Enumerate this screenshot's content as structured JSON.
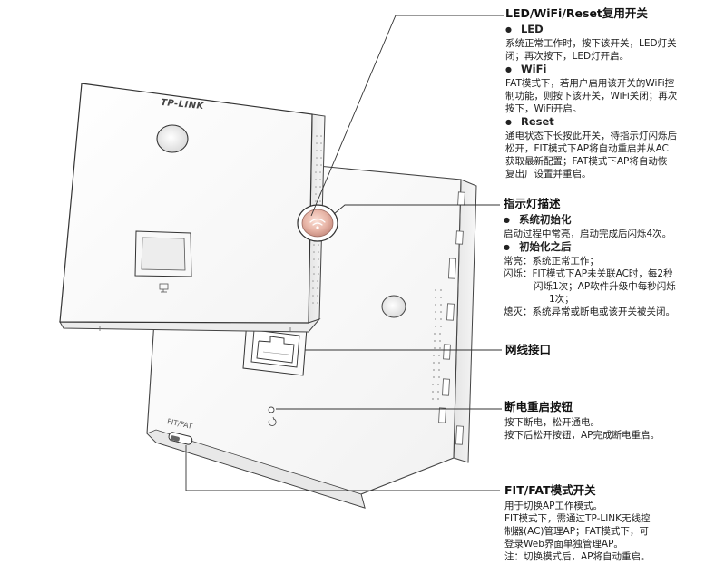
{
  "device": {
    "logo": "TP-LINK",
    "port_label": "FIT/FAT"
  },
  "callouts": {
    "led_switch": {
      "title": "LED/WiFi/Reset复用开关",
      "led_heading": "LED",
      "led_text": [
        "系统正常工作时，按下该开关，LED灯关",
        "闭；再次按下，LED灯开启。"
      ],
      "wifi_heading": "WiFi",
      "wifi_text": [
        "FAT模式下，若用户启用该开关的WiFi控",
        "制功能，则按下该开关，WiFi关闭；再次",
        "按下，WiFi开启。"
      ],
      "reset_heading": "Reset",
      "reset_text": [
        "通电状态下长按此开关，待指示灯闪烁后",
        "松开，FIT模式下AP将自动重启并从AC",
        "获取最新配置；FAT模式下AP将自动恢",
        "复出厂设置并重启。"
      ]
    },
    "indicator": {
      "title": "指示灯描述",
      "init_heading": "系统初始化",
      "init_text": "启动过程中常亮，启动完成后闪烁4次。",
      "after_heading": "初始化之后",
      "lines": [
        "常亮：系统正常工作；",
        "闪烁：FIT模式下AP未关联AC时，每2秒",
        "闪烁1次；AP软件升级中每秒闪烁",
        "1次；",
        "熄灭：系统异常或断电或该开关被关闭。"
      ]
    },
    "network_port": {
      "title": "网线接口"
    },
    "power_reset": {
      "title": "断电重启按钮",
      "lines": [
        "按下断电，松开通电。",
        "按下后松开按钮，AP完成断电重启。"
      ]
    },
    "fit_fat": {
      "title": "FIT/FAT模式开关",
      "lines": [
        "用于切换AP工作模式。",
        "FIT模式下，需通过TP-LINK无线控",
        "制器(AC)管理AP；FAT模式下，可",
        "登录Web界面单独管理AP。",
        "注：切换模式后，AP将自动重启。"
      ]
    }
  }
}
